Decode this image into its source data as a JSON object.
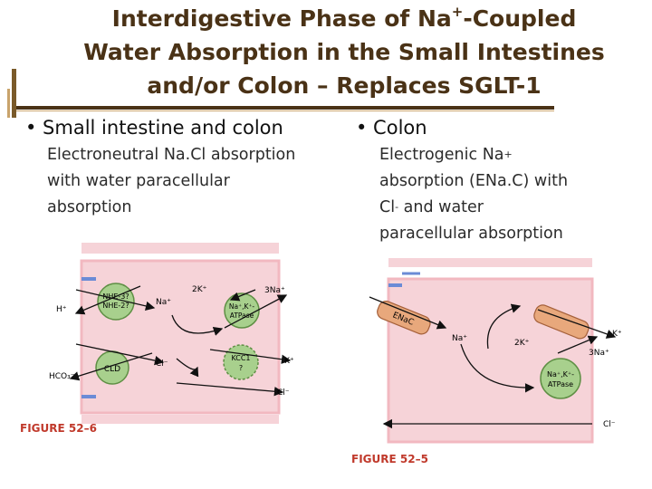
{
  "title": {
    "line1_pre": "Interdigestive Phase of Na",
    "line1_sup": "+",
    "line1_post": "-Coupled",
    "line2": "Water Absorption in the Small Intestines",
    "line3": "and/or Colon – Replaces SGLT-1"
  },
  "left": {
    "bullet": "• Small intestine and colon",
    "desc_line1": "Electroneutral Na.Cl absorption",
    "desc_line2": "with water paracellular",
    "desc_line3": "absorption",
    "figure": {
      "caption": "FIGURE 52–6",
      "nhe_label_1": "NHE-3?",
      "nhe_label_2": "NHE-2?",
      "cld_label": "CLD",
      "pump_label_1": "Na⁺,K⁺-",
      "pump_label_2": "ATPase",
      "kcc_label_1": "KCC1",
      "kcc_label_2": "?",
      "ion_h": "H⁺",
      "ion_hco3": "HCO₃⁻",
      "ion_na_in": "Na⁺",
      "ion_cl_in": "Cl⁻",
      "ion_2k": "2K⁺",
      "ion_3na": "3Na⁺",
      "ion_k_out": "K⁺",
      "ion_cl_out": "Cl⁻"
    }
  },
  "right": {
    "bullet": "• Colon",
    "desc_line1_pre": "Electrogenic Na",
    "desc_line1_sup": "+",
    "desc_line2": "absorption (ENa.C) with",
    "desc_line3_pre": "Cl",
    "desc_line3_sup": "-",
    "desc_line3_post": " and water",
    "desc_line4": "paracellular absorption",
    "figure": {
      "caption": "FIGURE 52–5",
      "enac_label": "ENaC",
      "pump_label_1": "Na⁺,K⁺-",
      "pump_label_2": "ATPase",
      "ion_na_in": "Na⁺",
      "ion_2k": "2K⁺",
      "ion_3na": "3Na⁺",
      "ion_k_out": "K⁺",
      "ion_cl": "Cl⁻"
    }
  },
  "colors": {
    "title": "#4a3216",
    "cell_fill": "#f6d3d8",
    "cell_border": "#f2b8c0",
    "transporter": "#a8d08d",
    "channel": "#e8a87c",
    "caption": "#c0392b"
  }
}
